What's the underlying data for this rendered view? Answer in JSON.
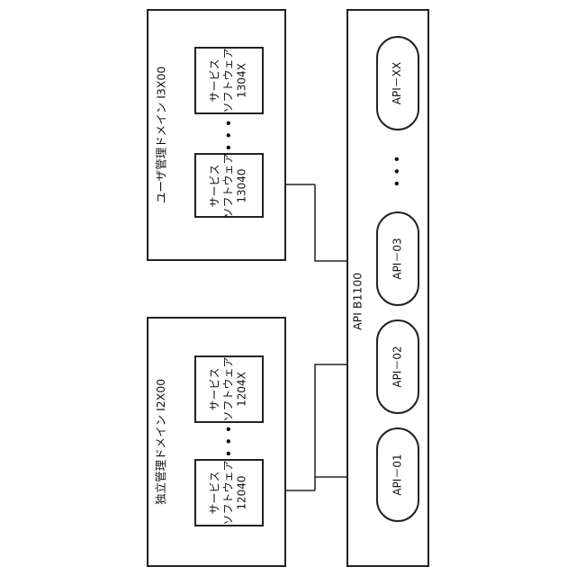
{
  "independent_domain": {
    "label": "独立管理ドメイン I2X00"
  },
  "user_domain": {
    "label": "ユーザ管理ドメイン I3X00"
  },
  "api_bus": {
    "label": "API B1100"
  },
  "software": {
    "i2040": {
      "line1": "サービス",
      "line2": "ソフトウェア",
      "line3": "12040"
    },
    "i204x": {
      "line1": "サービス",
      "line2": "ソフトウェア",
      "line3": "1204X"
    },
    "i3040": {
      "line1": "サービス",
      "line2": "ソフトウェア",
      "line3": "13040"
    },
    "i304x": {
      "line1": "サービス",
      "line2": "ソフトウェア",
      "line3": "1304X"
    }
  },
  "apis": {
    "api01": "API－01",
    "api02": "API－02",
    "api03": "API－03",
    "apixx": "API－XX"
  },
  "ellipsis": "• • •"
}
